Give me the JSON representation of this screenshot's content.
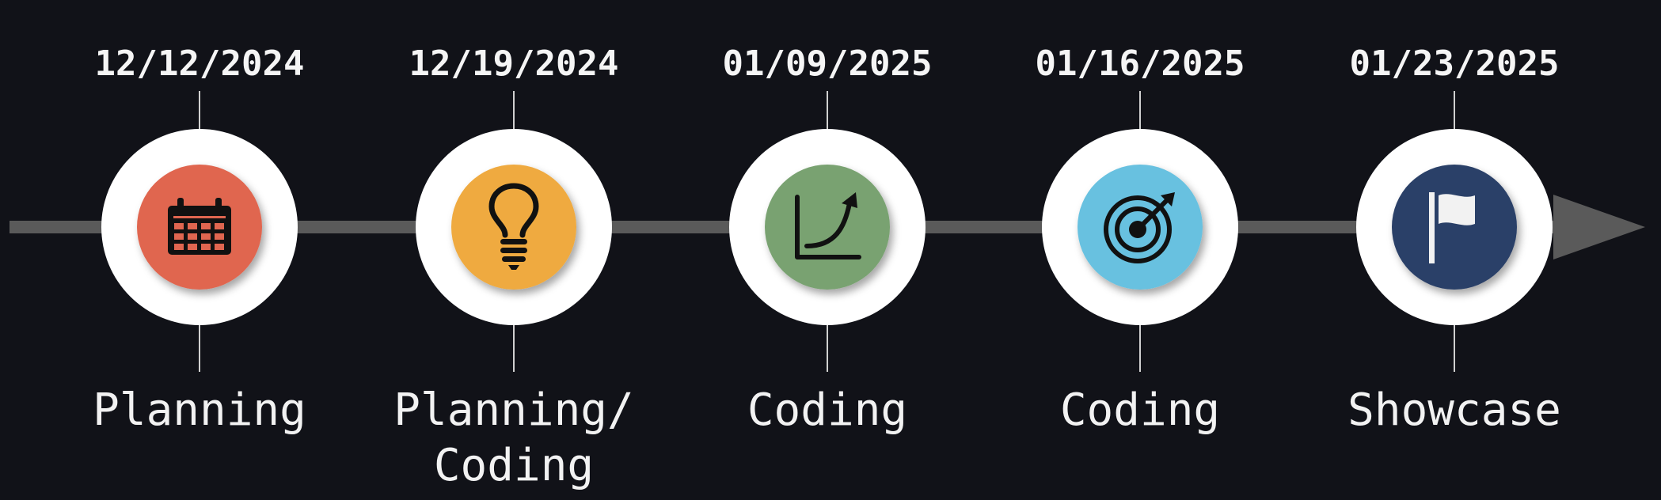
{
  "colors": {
    "background": "#111218",
    "axis": "#5a5a5a",
    "ring": "#ffffff",
    "connector": "#d0d0d0",
    "text": "#f5f5f5"
  },
  "milestones": [
    {
      "date": "12/12/2024",
      "label_lines": [
        "Planning"
      ],
      "icon": "calendar-icon",
      "color": "#e06650"
    },
    {
      "date": "12/19/2024",
      "label_lines": [
        "Planning/",
        "Coding"
      ],
      "icon": "lightbulb-icon",
      "color": "#efaa3f"
    },
    {
      "date": "01/09/2025",
      "label_lines": [
        "Coding"
      ],
      "icon": "growth-chart-icon",
      "color": "#79a271"
    },
    {
      "date": "01/16/2025",
      "label_lines": [
        "Coding"
      ],
      "icon": "target-icon",
      "color": "#67c1e0"
    },
    {
      "date": "01/23/2025",
      "label_lines": [
        "Showcase"
      ],
      "icon": "flag-icon",
      "color": "#2c4068"
    }
  ]
}
